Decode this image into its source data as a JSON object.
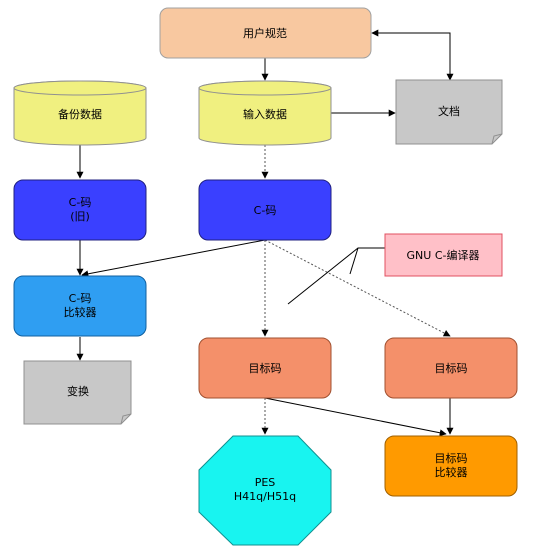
{
  "diagram": {
    "nodes": {
      "user_spec": {
        "label": "用户规范",
        "fill": "#f8c8a0",
        "stroke": "#a0a0a0"
      },
      "backup_data": {
        "label": "备份数据",
        "fill": "#f0f080",
        "stroke": "#909090"
      },
      "input_data": {
        "label": "输入数据",
        "fill": "#f0f080",
        "stroke": "#909090"
      },
      "document": {
        "label": "文档",
        "fill": "#c8c8c8",
        "stroke": "#909090"
      },
      "c_code_old": {
        "lines": [
          "C-码",
          "(旧)"
        ],
        "fill": "#3a40ff",
        "stroke": "#202080"
      },
      "c_code": {
        "label": "C-码",
        "fill": "#3a40ff",
        "stroke": "#202080"
      },
      "gnu_compiler": {
        "label": "GNU C-编译器",
        "fill": "#ffc0c8",
        "stroke": "#e05060"
      },
      "c_comparator": {
        "lines": [
          "C-码",
          "比较器"
        ],
        "fill": "#2f9ef2",
        "stroke": "#1060a0"
      },
      "transform": {
        "label": "变换",
        "fill": "#c8c8c8",
        "stroke": "#909090"
      },
      "object_code_1": {
        "label": "目标码",
        "fill": "#f4906a",
        "stroke": "#a05030"
      },
      "object_code_2": {
        "label": "目标码",
        "fill": "#f4906a",
        "stroke": "#a05030"
      },
      "pes": {
        "lines": [
          "PES",
          "H41q/H51q"
        ],
        "fill": "#18f4f0",
        "stroke": "#109090"
      },
      "object_comparator": {
        "lines": [
          "目标码",
          "比较器"
        ],
        "fill": "#ff9a00",
        "stroke": "#a06000"
      }
    }
  }
}
